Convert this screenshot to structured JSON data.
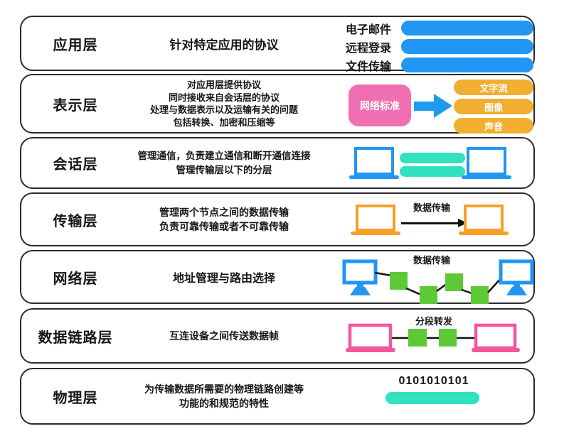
{
  "layers": [
    {
      "title": "应用层",
      "desc": [
        "针对特定应用的协议"
      ],
      "items": [
        "电子邮件",
        "远程登录",
        "文件传输"
      ]
    },
    {
      "title": "表示层",
      "desc": [
        "对应用层提供协议",
        "同时接收来自会话层的协议",
        "处理与数据表示以及运输有关的问题",
        "包括转换、加密和压缩等"
      ],
      "standard": "网络标准",
      "formats": [
        "文字流",
        "图像",
        "声音"
      ]
    },
    {
      "title": "会话层",
      "desc": [
        "管理通信，负责建立通信和断开通信连接",
        "管理传输层以下的分层"
      ]
    },
    {
      "title": "传输层",
      "desc": [
        "管理两个节点之间的数据传输",
        "负责可靠传输或者不可靠传输"
      ],
      "annotation": "数据传输"
    },
    {
      "title": "网络层",
      "desc": [
        "地址管理与路由选择"
      ],
      "annotation": "数据传输"
    },
    {
      "title": "数据链路层",
      "desc": [
        "互连设备之间传送数据帧"
      ],
      "annotation": "分段转发"
    },
    {
      "title": "物理层",
      "desc": [
        "为传输数据所需要的物理链路创建等",
        "功能的和规范的特性"
      ],
      "annotation": "0101010101"
    }
  ],
  "colors": {
    "blue": "#2196F3",
    "arrow_blue": "#1E9BF0",
    "pink_box": "#F06EB2",
    "orange_pill": "#F2AE30",
    "teal": "#30E2C0",
    "green_node": "#5DC936",
    "laptop_orange": "#F6A028",
    "laptop_pink": "#F2569E",
    "line": "#111111",
    "border": "#2B2B2B"
  }
}
